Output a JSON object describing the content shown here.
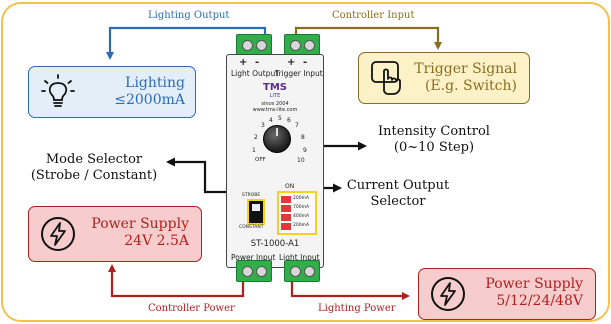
{
  "colors": {
    "frame": "#f2c14e",
    "lighting_wire": "#2a6db5",
    "controller_wire": "#8a6d1f",
    "power_wire": "#b01f1f",
    "callout_arrow": "#111111",
    "lighting_box_fill": "#e3eef9",
    "trigger_box_fill": "#fdf2c7",
    "power_box_fill": "#f6cccc",
    "terminal_green": "#2fae4a",
    "device_body": "#f4f4f4"
  },
  "flows": {
    "lighting_output": "Lighting Output",
    "controller_input": "Controller Input",
    "controller_power": "Controller Power",
    "lighting_power": "Lighting Power"
  },
  "lighting_box": {
    "icon": "light-bulb-icon",
    "line1": "Lighting",
    "line2": "≤2000mA"
  },
  "trigger_box": {
    "icon": "touch-finger-icon",
    "line1": "Trigger Signal",
    "line2": "(E.g. Switch)"
  },
  "power_left": {
    "icon": "lightning-bolt-icon",
    "line1": "Power Supply",
    "line2": "24V 2.5A"
  },
  "power_right": {
    "icon": "lightning-bolt-icon",
    "line1": "Power Supply",
    "line2": "5/12/24/48V"
  },
  "callouts": {
    "intensity_line1": "Intensity Control",
    "intensity_line2": "(0~10 Step)",
    "mode_line1": "Mode Selector",
    "mode_line2": "(Strobe / Constant)",
    "current_line1": "Current Output",
    "current_line2": "Selector"
  },
  "device": {
    "top_terminals_left": "Light Output",
    "top_terminals_right": "Trigger Input",
    "top_polarity": [
      "+",
      "-",
      "+",
      "-"
    ],
    "brand": "TMS",
    "brand_sub": "LITE",
    "since": "since 2004",
    "website": "www.tms-lite.com",
    "dial_numbers": [
      "1",
      "2",
      "3",
      "4",
      "5",
      "6",
      "7",
      "8",
      "9",
      "10"
    ],
    "dial_off": "OFF",
    "mode_top": "STROBE",
    "mode_bottom": "CONSTANT",
    "dip_title": "ON",
    "dip_labels": [
      "200mA",
      "700mA",
      "400mA",
      "200mA"
    ],
    "model": "ST-1000-A1",
    "bottom_terminals_left": "Power Input",
    "bottom_terminals_right": "Light Input",
    "bottom_polarity": [
      "+",
      "-",
      "+",
      "-"
    ]
  }
}
